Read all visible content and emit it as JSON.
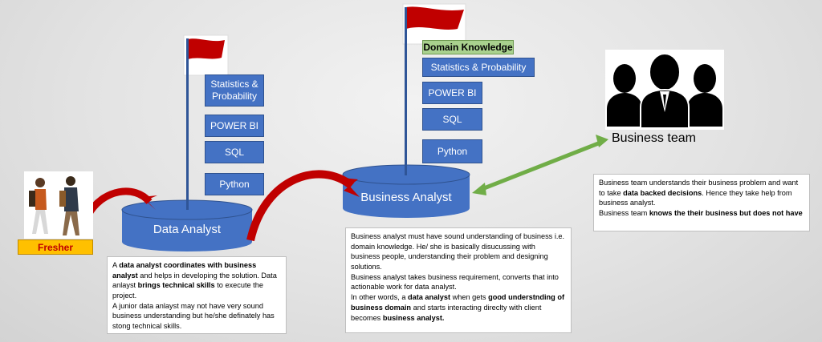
{
  "fresher_label": "Fresher",
  "data_analyst": {
    "title": "Data Analyst",
    "skills": [
      "Statistics & Probability",
      "POWER BI",
      "SQL",
      "Python"
    ],
    "desc_html": "A <b>data analyst coordinates with business analyst</b> and helps in developing the solution. Data anlayst <b>brings technical skills</b> to execute the project.<br>A junior data anlayst may not have very sound business understanding but he/she definately has stong technical skills."
  },
  "business_analyst": {
    "title": "Business Analyst",
    "skills": [
      "Domain Knowledge",
      "Statistics & Probability",
      "POWER BI",
      "SQL",
      "Python"
    ],
    "desc_html": "Business analyst must have sound understanding of business i.e. domain knowledge. He/ she is basically disucussing with business people, understanding their problem and designing solutions.<br>Business analyst takes business requirement, converts that into actionable work for data analyst.<br>In other words, a <b>data analyst</b> when gets <b>good understnding of business domain</b> and starts interacting direclty with client becomes <b>business analyst.</b>"
  },
  "business_team": {
    "title": "Business team",
    "desc_html": "Business team understands their business problem and want to take <b>data backed decisions</b>. Hence they take help from business analyst.<br>Business team <b>knows the their business but does not have</b>"
  },
  "colors": {
    "cylinder": "#4472c4",
    "flag": "#c00000",
    "arrow_red": "#c00000",
    "arrow_green": "#70ad47",
    "domain_box": "#a9d18e",
    "fresher_box": "#ffc000"
  }
}
